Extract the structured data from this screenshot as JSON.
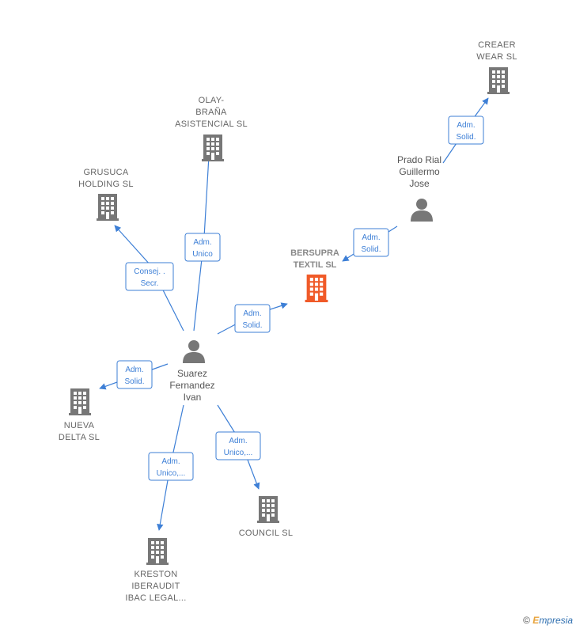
{
  "colors": {
    "edge": "#3d7fd6",
    "icon": "#777777",
    "central_icon": "#f05a28"
  },
  "nodes": {
    "creaer": {
      "lines": [
        "CREAER",
        "WEAR SL"
      ],
      "kind": "company"
    },
    "olay": {
      "lines": [
        "OLAY-",
        "BRAÑA",
        "ASISTENCIAL SL"
      ],
      "kind": "company"
    },
    "grusuca": {
      "lines": [
        "GRUSUCA",
        "HOLDING SL"
      ],
      "kind": "company"
    },
    "prado": {
      "lines": [
        "Prado Rial",
        "Guillermo",
        "Jose"
      ],
      "kind": "person"
    },
    "bersupra": {
      "lines": [
        "BERSUPRA",
        "TEXTIL SL"
      ],
      "kind": "central"
    },
    "suarez": {
      "lines": [
        "Suarez",
        "Fernandez",
        "Ivan"
      ],
      "kind": "person"
    },
    "nueva": {
      "lines": [
        "NUEVA",
        "DELTA SL"
      ],
      "kind": "company"
    },
    "council": {
      "lines": [
        "COUNCIL SL"
      ],
      "kind": "company"
    },
    "kreston": {
      "lines": [
        "KRESTON",
        "IBERAUDIT",
        "IBAC LEGAL..."
      ],
      "kind": "company"
    }
  },
  "edges": [
    {
      "id": "prado-creaer",
      "lines": [
        "Adm.",
        "Solid."
      ]
    },
    {
      "id": "prado-bersupra",
      "lines": [
        "Adm.",
        "Solid."
      ]
    },
    {
      "id": "suarez-olay",
      "lines": [
        "Adm.",
        "Unico"
      ]
    },
    {
      "id": "suarez-grusuca",
      "lines": [
        "Consej. .",
        "Secr."
      ]
    },
    {
      "id": "suarez-bersupra",
      "lines": [
        "Adm.",
        "Solid."
      ]
    },
    {
      "id": "suarez-nueva",
      "lines": [
        "Adm.",
        "Solid."
      ]
    },
    {
      "id": "suarez-council",
      "lines": [
        "Adm.",
        "Unico,..."
      ]
    },
    {
      "id": "suarez-kreston",
      "lines": [
        "Adm.",
        "Unico,..."
      ]
    }
  ],
  "watermark": {
    "copyright": "©",
    "brand_initial": "E",
    "brand_rest": "mpresia"
  }
}
